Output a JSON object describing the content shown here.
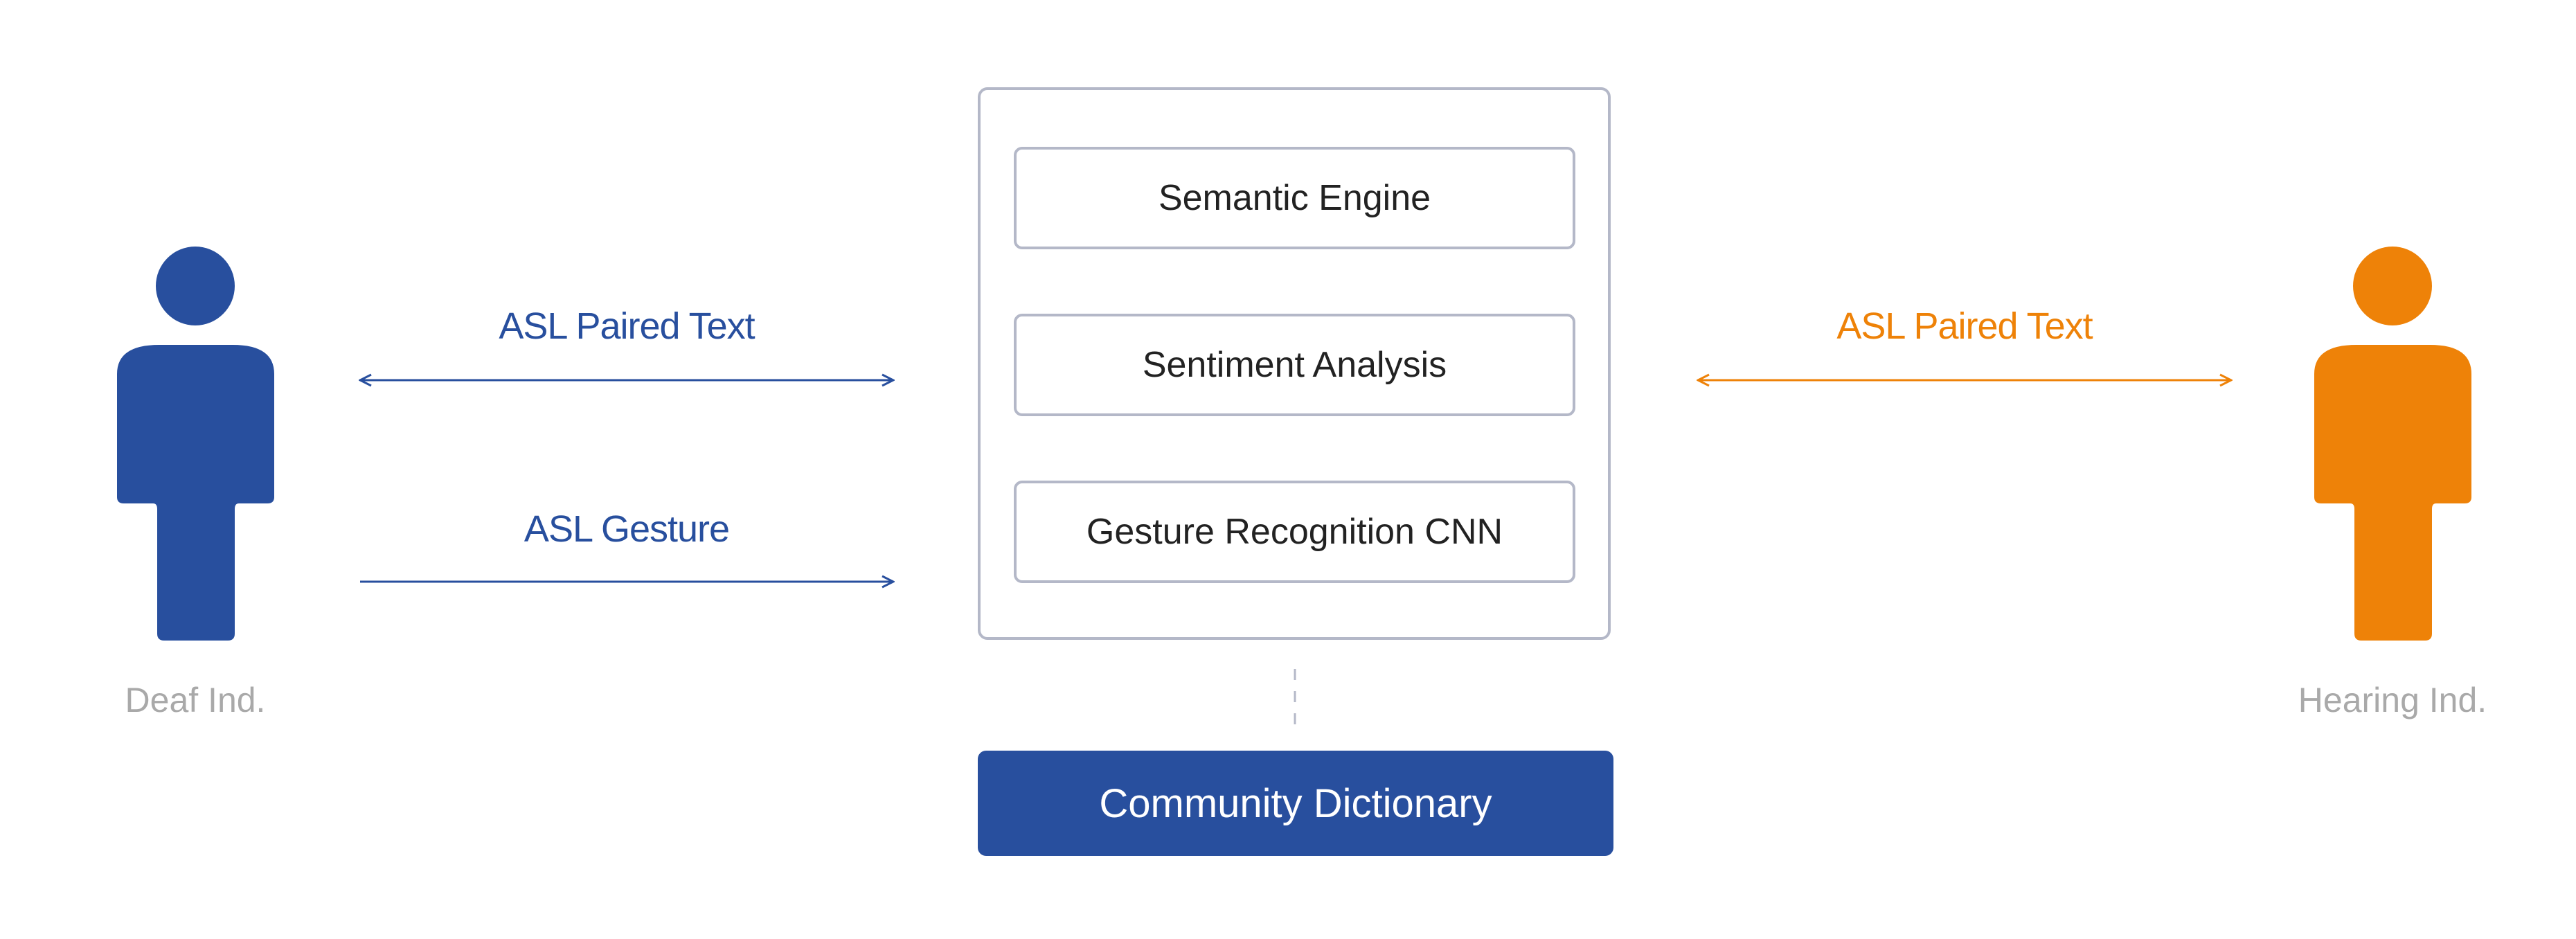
{
  "colors": {
    "deaf": "#284f9e",
    "hearing": "#ee8208",
    "label_gray": "#a9a9a9",
    "box_border": "#b4b8c8",
    "dictionary_bg": "#284f9e"
  },
  "actors": {
    "deaf": {
      "label": "Deaf Ind.",
      "icon": "person-icon"
    },
    "hearing": {
      "label": "Hearing Ind.",
      "icon": "person-icon"
    }
  },
  "flows": {
    "deaf_text": {
      "label": "ASL Paired Text",
      "direction": "bidirectional"
    },
    "deaf_gesture": {
      "label": "ASL Gesture",
      "direction": "to-system"
    },
    "hearing_text": {
      "label": "ASL Paired Text",
      "direction": "bidirectional"
    }
  },
  "system": {
    "components": [
      {
        "label": "Semantic Engine"
      },
      {
        "label": "Sentiment Analysis"
      },
      {
        "label": "Gesture Recognition CNN"
      }
    ],
    "dictionary": {
      "label": "Community Dictionary"
    }
  }
}
